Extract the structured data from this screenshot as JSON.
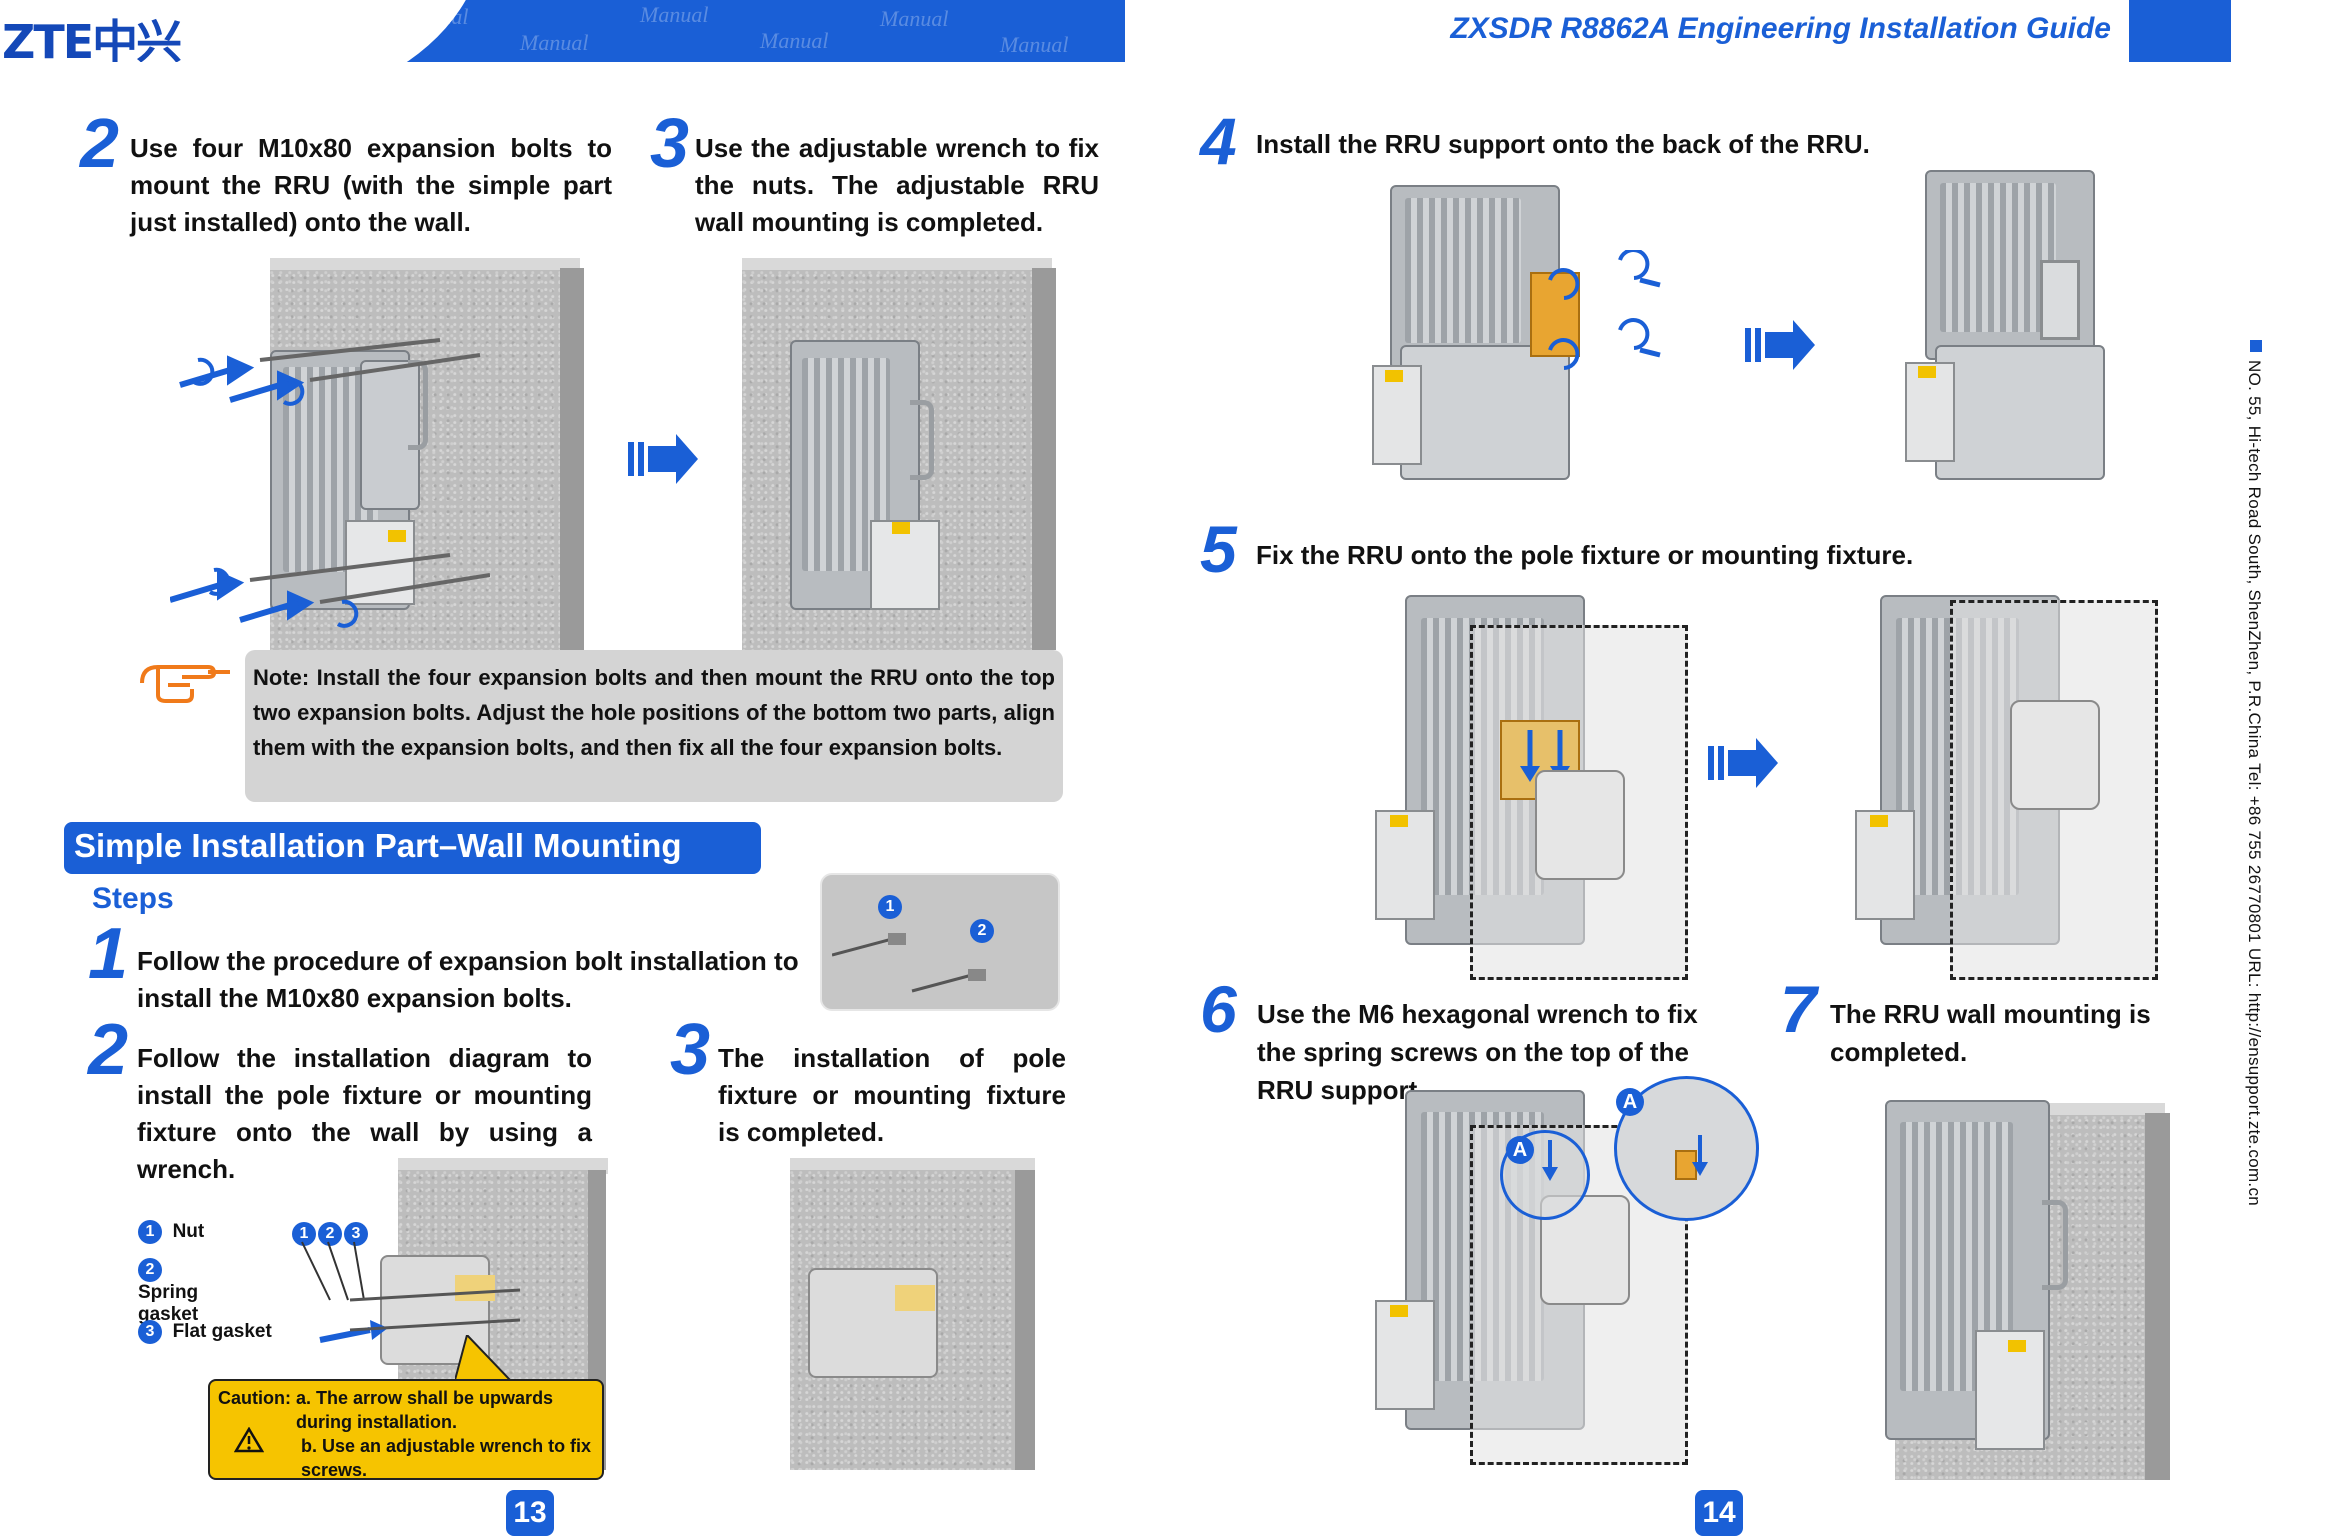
{
  "header": {
    "logo": "ZTE中兴",
    "watermark_word": "Manual",
    "title": "ZXSDR R8862A Engineering Installation Guide"
  },
  "sidebar_contact": "NO. 55, Hi-tech Road South, ShenZhen, P.R.China    Tel: +86 755 26770801    URL: http://ensupport.zte.com.cn",
  "left_page": {
    "top_steps": [
      {
        "number": "2",
        "text": "Use four M10x80 expansion bolts to mount the RRU (with the simple part just installed) onto the wall."
      },
      {
        "number": "3",
        "text": "Use the adjustable wrench to fix the nuts. The adjustable RRU wall mounting is completed."
      }
    ],
    "note": "Note: Install the four expansion bolts and then mount the RRU onto the top two expansion bolts. Adjust the hole positions of the bottom two parts, align them with the expansion bolts, and then fix all the four expansion bolts.",
    "section_title": "Simple Installation Part–Wall Mounting",
    "steps_heading": "Steps",
    "steps": [
      {
        "number": "1",
        "text": "Follow the procedure of expansion bolt installation to install the M10x80 expansion bolts."
      },
      {
        "number": "2",
        "text": "Follow the installation diagram to install the pole fixture or mounting fixture onto the wall by using a wrench."
      },
      {
        "number": "3",
        "text": "The installation of pole fixture or mounting fixture is completed."
      }
    ],
    "legend": [
      {
        "num": "1",
        "label": "Nut"
      },
      {
        "num": "2",
        "label": "Spring gasket"
      },
      {
        "num": "3",
        "label": "Flat gasket"
      }
    ],
    "callout_nums": [
      "1",
      "2",
      "3"
    ],
    "inset_nums": [
      "1",
      "2"
    ],
    "caution": {
      "prefix": "Caution:",
      "line_a": "a. The arrow shall be upwards during installation.",
      "line_b": "b. Use an adjustable wrench to fix screws."
    },
    "page_number": "13"
  },
  "right_page": {
    "steps": [
      {
        "number": "4",
        "text": "Install the RRU support onto the back of the RRU."
      },
      {
        "number": "5",
        "text": "Fix the RRU onto the pole fixture or mounting fixture."
      },
      {
        "number": "6",
        "text": "Use the M6 hexagonal wrench to fix the spring screws on the top of the RRU support."
      },
      {
        "number": "7",
        "text": "The RRU wall mounting is completed."
      }
    ],
    "zoom_label": "A",
    "page_number": "14"
  },
  "colors": {
    "brand_blue": "#1a5fd6",
    "note_grey": "#d4d4d4",
    "caution_yellow": "#f6c400",
    "pointer_orange": "#f07a1a"
  }
}
